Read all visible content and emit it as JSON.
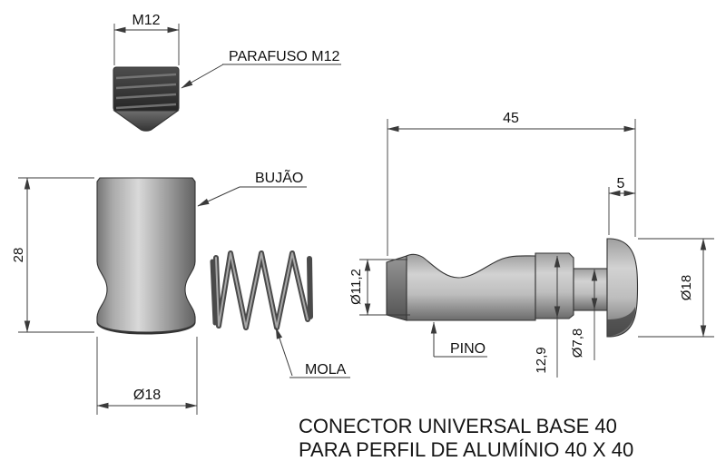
{
  "drawing": {
    "background": "#ffffff",
    "line_color": "#3a3a3a",
    "text_color": "#111111",
    "title": {
      "line1": "CONECTOR UNIVERSAL BASE 40",
      "line2": "PARA PERFIL DE ALUMÍNIO 40 X 40"
    },
    "parts": {
      "screw": {
        "label": "PARAFUSO M12",
        "thread_dim": "M12"
      },
      "plug": {
        "label": "BUJÃO",
        "height_dim": "28",
        "diameter_dim": "Ø18"
      },
      "spring": {
        "label": "MOLA"
      },
      "pin": {
        "label": "PINO",
        "length_dim": "45",
        "head_width_dim": "5",
        "body_diameter_dim": "Ø11,2",
        "collar_diameter_dim": "12,9",
        "neck_diameter_dim": "Ø7,8",
        "head_diameter_dim": "Ø18"
      }
    }
  }
}
